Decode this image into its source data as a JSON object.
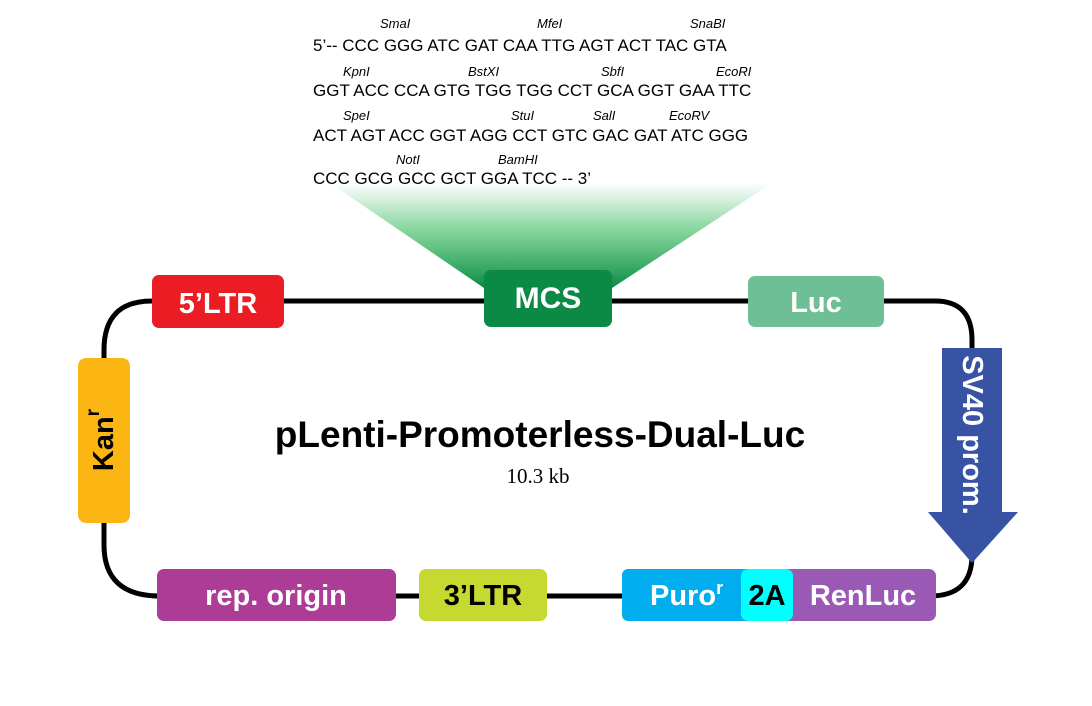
{
  "sequence": {
    "lines": [
      {
        "text": "5’-- CCC GGG ATC GAT CAA TTG AGT ACT TAC GTA",
        "enzymes": [
          {
            "name": "SmaI"
          },
          {
            "name": "MfeI"
          },
          {
            "name": "SnaBI"
          }
        ]
      },
      {
        "text": "GGT ACC CCA GTG TGG TGG CCT GCA GGT GAA TTC",
        "enzymes": [
          {
            "name": "KpnI"
          },
          {
            "name": "BstXI"
          },
          {
            "name": "SbfI"
          },
          {
            "name": "EcoRI"
          }
        ]
      },
      {
        "text": "ACT AGT ACC GGT AGG CCT GTC GAC GAT ATC GGG",
        "enzymes": [
          {
            "name": "SpeI"
          },
          {
            "name": "StuI"
          },
          {
            "name": "SalI"
          },
          {
            "name": "EcoRV"
          }
        ]
      },
      {
        "text": "CCC GCG GCC GCT GGA TCC -- 3’",
        "enzymes": [
          {
            "name": "NotI"
          },
          {
            "name": "BamHI"
          }
        ]
      }
    ]
  },
  "plasmid": {
    "name": "pLenti-Promoterless-Dual-Luc",
    "size": "10.3 kb"
  },
  "features": {
    "ltr5": {
      "label": "5’LTR",
      "color": "#ec1c24"
    },
    "mcs": {
      "label": "MCS",
      "color": "#0b8a45"
    },
    "luc": {
      "label": "Luc",
      "color": "#6fbf96"
    },
    "sv40": {
      "label": "SV40 prom.",
      "color": "#3953a4"
    },
    "puro": {
      "label": "Puro",
      "superscript": "r",
      "color": "#00aeef"
    },
    "t2a": {
      "label": "2A",
      "color": "#00ffff"
    },
    "renluc": {
      "label": "RenLuc",
      "color": "#9b59b6"
    },
    "ltr3": {
      "label": "3’LTR",
      "color": "#c5d931"
    },
    "rep_origin": {
      "label": "rep. origin",
      "color": "#ad3c97"
    },
    "kan": {
      "label": "Kan",
      "superscript": "r",
      "color": "#fbb614"
    }
  },
  "mcs_highlight_color": "#22b14c"
}
